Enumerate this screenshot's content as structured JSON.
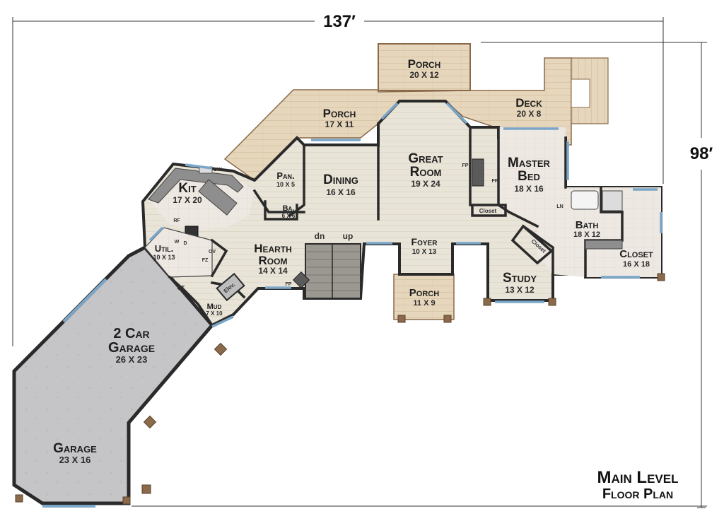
{
  "plan": {
    "width_label": "137′",
    "depth_label": "98′",
    "title_line1": "Main Level",
    "title_line2": "Floor Plan"
  },
  "rooms": {
    "porch_top": {
      "name": "Porch",
      "dims": "20 X 12"
    },
    "deck": {
      "name": "Deck",
      "dims": "20 X 8"
    },
    "porch_main": {
      "name": "Porch",
      "dims": "17 X 11"
    },
    "dining": {
      "name": "Dining",
      "dims": "16 X 16"
    },
    "great_room": {
      "name_line1": "Great",
      "name_line2": "Room",
      "dims": "19 X 24"
    },
    "master_bed": {
      "name_line1": "Master",
      "name_line2": "Bed",
      "dims": "18 X 16"
    },
    "kitchen": {
      "name": "Kit",
      "dims": "17 X 20"
    },
    "pantry": {
      "name": "Pan.",
      "dims": "10 X 5"
    },
    "half_bath": {
      "name": "Ba.",
      "dims": "6 X 6"
    },
    "utility": {
      "name": "Util.",
      "dims": "10 X 13"
    },
    "hearth_room": {
      "name_line1": "Hearth",
      "name_line2": "Room",
      "dims": "14 X 14"
    },
    "foyer": {
      "name": "Foyer",
      "dims": "10 X 13"
    },
    "porch_entry": {
      "name": "Porch",
      "dims": "11 X 9"
    },
    "study": {
      "name": "Study",
      "dims": "13 X 12"
    },
    "bath": {
      "name": "Bath",
      "dims": "18 X 12"
    },
    "master_closet": {
      "name": "Closet",
      "dims": "16 X 18"
    },
    "mud": {
      "name": "Mud",
      "dims": "7 X 10"
    },
    "garage_2car": {
      "name_line1": "2 Car",
      "name_line2": "Garage",
      "dims": "26 X 23"
    },
    "garage": {
      "name": "Garage",
      "dims": "23 X 16"
    }
  },
  "labels": {
    "closet_gr": "Closet",
    "closet_bath": "Closet",
    "elevator": "Elev.",
    "stair_down": "dn",
    "stair_up": "up",
    "fp1": "FP",
    "fp2": "FP",
    "fp3": "FP",
    "dw": "DW",
    "rf": "RF",
    "ov": "OV",
    "fz": "FZ",
    "washer": "W",
    "dryer": "D",
    "ct": "CT",
    "ln": "LN"
  },
  "colors": {
    "wall": "#3a3a3a",
    "porch_floor": "#e8d8bf",
    "interior_floor": "#e7e2d6",
    "tile_floor": "#ebe5df",
    "garage_floor": "#c4c4c6",
    "window": "#7aa6c8",
    "post": "#8a6a4a"
  }
}
